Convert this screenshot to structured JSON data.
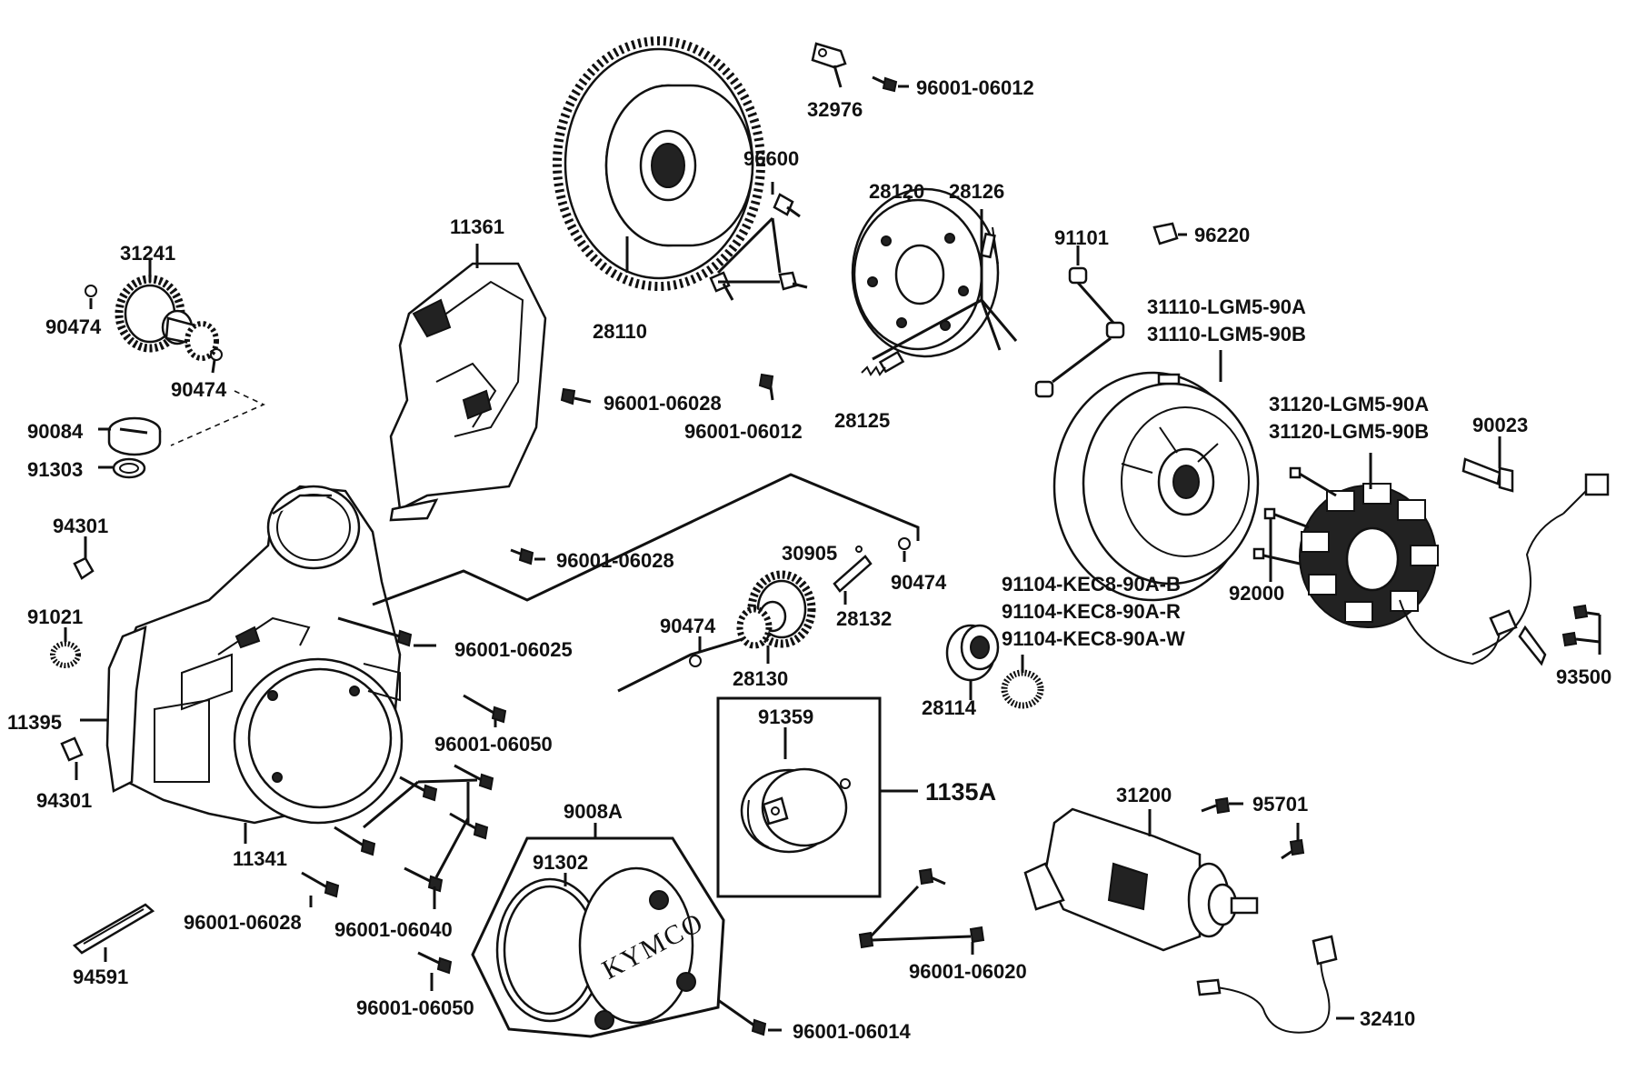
{
  "diagram": {
    "brand_logo": "KYMCO",
    "labels": {
      "l32976": "32976",
      "l96001_06012_top": "96001-06012",
      "l96600": "96600",
      "l28120": "28120",
      "l28126": "28126",
      "l11361": "11361",
      "l31241": "31241",
      "l90474_a": "90474",
      "l90474_b": "90474",
      "l28110": "28110",
      "l91101": "91101",
      "l96220": "96220",
      "l31110_a": "31110-LGM5-90A",
      "l31110_b": "31110-LGM5-90B",
      "l96001_06028_a": "96001-06028",
      "l96001_06012_mid": "96001-06012",
      "l28125": "28125",
      "l90084": "90084",
      "l91303": "91303",
      "l31120_a": "31120-LGM5-90A",
      "l31120_b": "31120-LGM5-90B",
      "l90023": "90023",
      "l94301_a": "94301",
      "l96001_06028_b": "96001-06028",
      "l30905": "30905",
      "l90474_c": "90474",
      "l28132": "28132",
      "l91104_b": "91104-KEC8-90A-B",
      "l91104_r": "91104-KEC8-90A-R",
      "l91104_w": "91104-KEC8-90A-W",
      "l92000": "92000",
      "l91021": "91021",
      "l90474_d": "90474",
      "l96001_06025": "96001-06025",
      "l28130": "28130",
      "l28114": "28114",
      "l93500": "93500",
      "l11395": "11395",
      "l91359": "91359",
      "l96001_06050_a": "96001-06050",
      "l94301_b": "94301",
      "l1135A": "1135A",
      "l31200": "31200",
      "l95701": "95701",
      "l9008A": "9008A",
      "l11341": "11341",
      "l91302": "91302",
      "l96001_06028_c": "96001-06028",
      "l96001_06040": "96001-06040",
      "l96001_06020": "96001-06020",
      "l94591": "94591",
      "l96001_06050_b": "96001-06050",
      "l96001_06014": "96001-06014",
      "l32410": "32410"
    }
  }
}
